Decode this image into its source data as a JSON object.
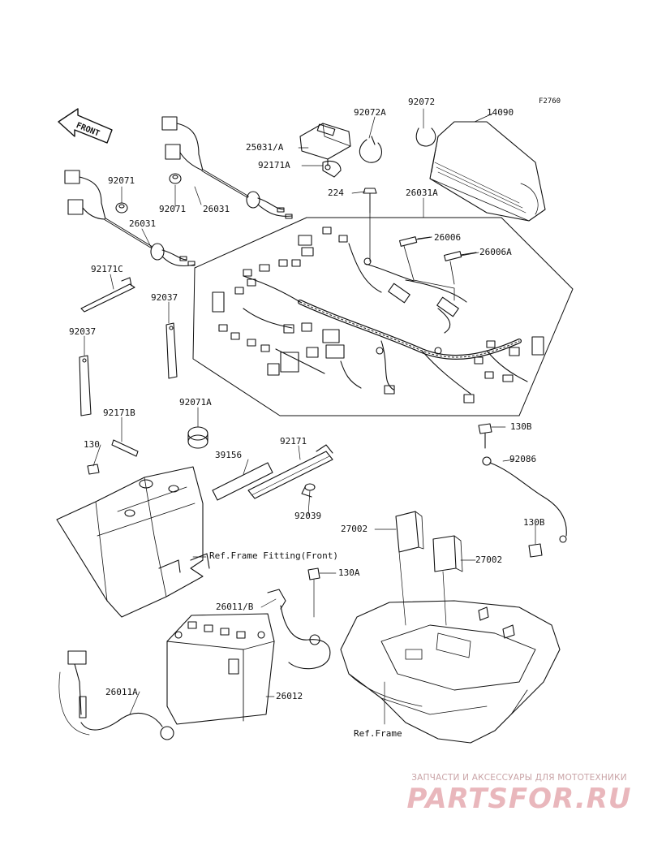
{
  "figure_code": "F2760",
  "front_arrow_text": "FRONT",
  "labels": [
    {
      "id": "14090",
      "text": "14090"
    },
    {
      "id": "92072",
      "text": "92072"
    },
    {
      "id": "92072A",
      "text": "92072A"
    },
    {
      "id": "25031A",
      "text": "25031/A"
    },
    {
      "id": "92171A",
      "text": "92171A"
    },
    {
      "id": "224",
      "text": "224"
    },
    {
      "id": "26031A",
      "text": "26031A"
    },
    {
      "id": "26006",
      "text": "26006"
    },
    {
      "id": "26006A",
      "text": "26006A"
    },
    {
      "id": "92071_a",
      "text": "92071"
    },
    {
      "id": "92071_b",
      "text": "92071"
    },
    {
      "id": "26031_a",
      "text": "26031"
    },
    {
      "id": "26031_b",
      "text": "26031"
    },
    {
      "id": "92171C",
      "text": "92171C"
    },
    {
      "id": "92037_a",
      "text": "92037"
    },
    {
      "id": "92037_b",
      "text": "92037"
    },
    {
      "id": "92171B",
      "text": "92171B"
    },
    {
      "id": "92071A",
      "text": "92071A"
    },
    {
      "id": "130",
      "text": "130"
    },
    {
      "id": "39156",
      "text": "39156"
    },
    {
      "id": "92171",
      "text": "92171"
    },
    {
      "id": "92039",
      "text": "92039"
    },
    {
      "id": "130B_a",
      "text": "130B"
    },
    {
      "id": "92086",
      "text": "92086"
    },
    {
      "id": "130B_b",
      "text": "130B"
    },
    {
      "id": "27002_a",
      "text": "27002"
    },
    {
      "id": "27002_b",
      "text": "27002"
    },
    {
      "id": "ref_front",
      "text": "Ref.Frame Fitting(Front)"
    },
    {
      "id": "130A",
      "text": "130A"
    },
    {
      "id": "26011B",
      "text": "26011/B"
    },
    {
      "id": "26012",
      "text": "26012"
    },
    {
      "id": "26011A",
      "text": "26011A"
    },
    {
      "id": "ref_frame",
      "text": "Ref.Frame"
    }
  ],
  "watermark": {
    "subtitle": "ЗАПЧАСТИ И АКСЕССУАРЫ ДЛЯ МОТОТЕХНИКИ",
    "brand": "PARTSFOR.RU"
  }
}
